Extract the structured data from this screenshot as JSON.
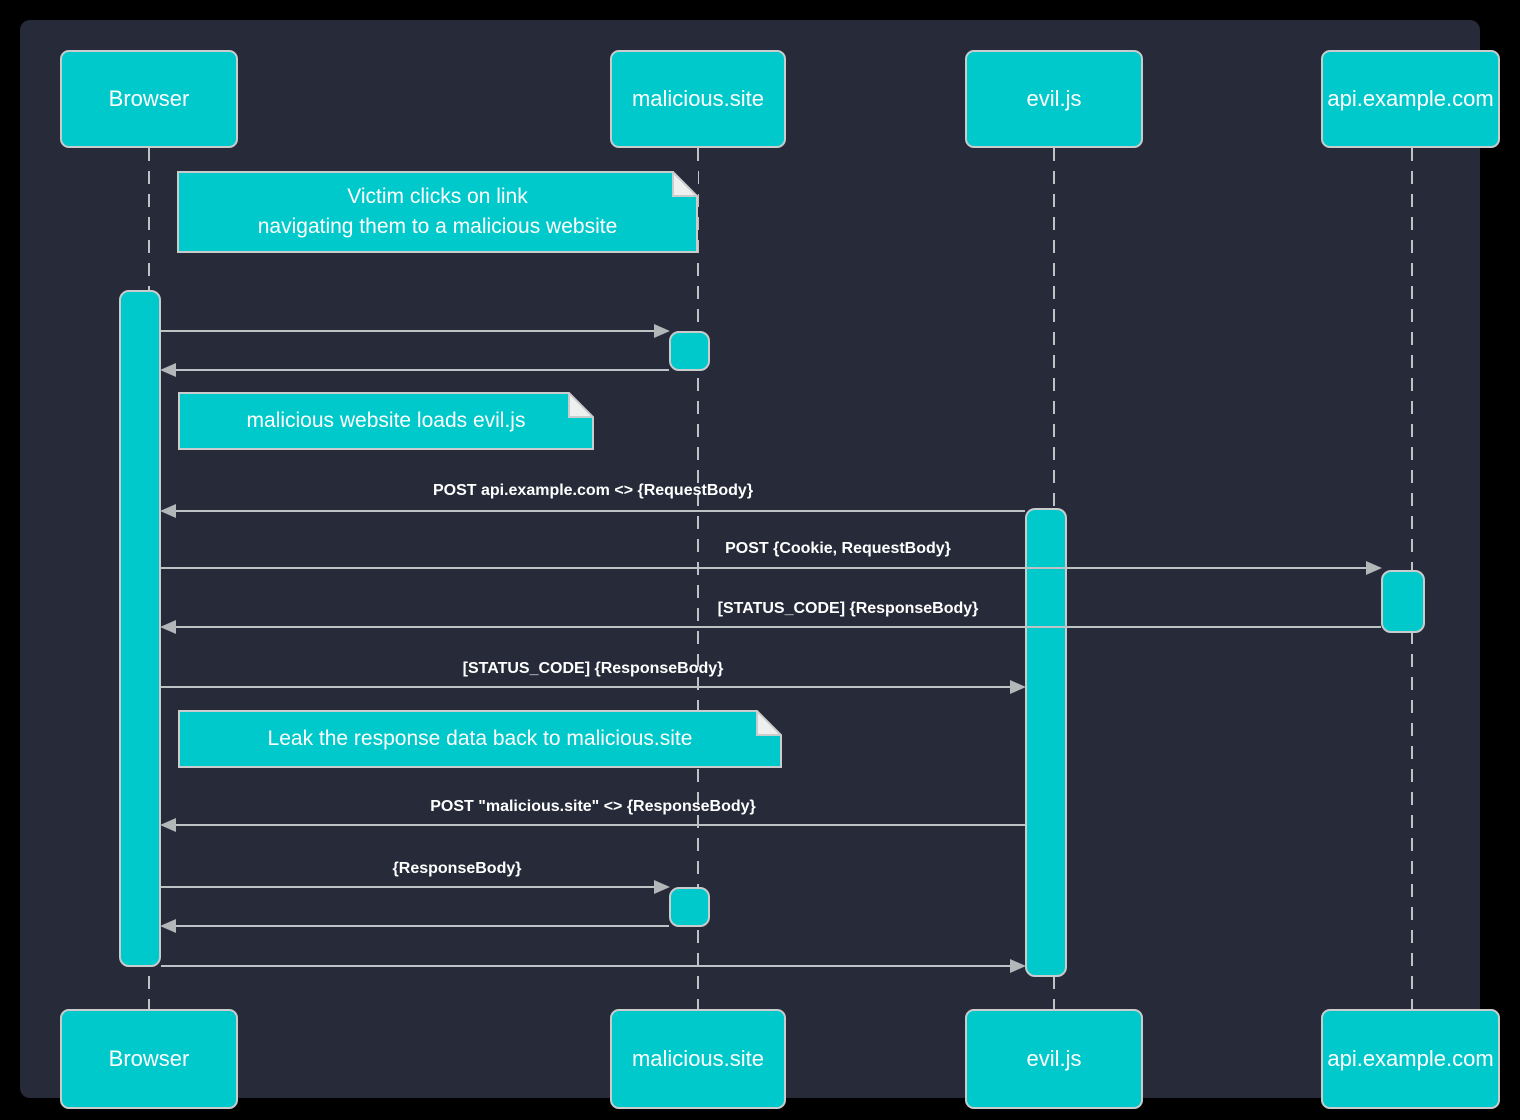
{
  "diagram": {
    "type": "sequence-diagram",
    "topic": "Victim browser leaking API response data to a malicious site via evil.js",
    "colors": {
      "page_background": "#000000",
      "canvas_background": "#262a39",
      "shape_fill": "#00c9cb",
      "shape_border": "#c9cbcd",
      "line": "#bfc2c4",
      "arrowhead": "#b4b7ba",
      "text": "#ffffff"
    },
    "actors": [
      {
        "id": "browser",
        "label": "Browser"
      },
      {
        "id": "malicious-site",
        "label": "malicious.site"
      },
      {
        "id": "evil-js",
        "label": "evil.js"
      },
      {
        "id": "api-example-com",
        "label": "api.example.com"
      }
    ],
    "notes": [
      {
        "lines": [
          "Victim clicks on link",
          "navigating them to a malicious website"
        ]
      },
      {
        "lines": [
          "malicious website loads evil.js"
        ]
      },
      {
        "lines": [
          "Leak the response data back to malicious.site"
        ]
      }
    ],
    "messages": [
      {
        "from": "browser",
        "to": "malicious-site",
        "label": ""
      },
      {
        "from": "malicious-site",
        "to": "browser",
        "label": ""
      },
      {
        "from": "evil-js",
        "to": "browser",
        "label": "POST api.example.com <> {RequestBody}"
      },
      {
        "from": "browser",
        "to": "api-example-com",
        "label": "POST {Cookie, RequestBody}"
      },
      {
        "from": "api-example-com",
        "to": "browser",
        "label": "[STATUS_CODE] {ResponseBody}"
      },
      {
        "from": "browser",
        "to": "evil-js",
        "label": "[STATUS_CODE] {ResponseBody}"
      },
      {
        "from": "evil-js",
        "to": "browser",
        "label": "POST \"malicious.site\" <> {ResponseBody}"
      },
      {
        "from": "browser",
        "to": "malicious-site",
        "label": "{ResponseBody}"
      },
      {
        "from": "malicious-site",
        "to": "browser",
        "label": ""
      },
      {
        "from": "browser",
        "to": "evil-js",
        "label": ""
      }
    ]
  }
}
